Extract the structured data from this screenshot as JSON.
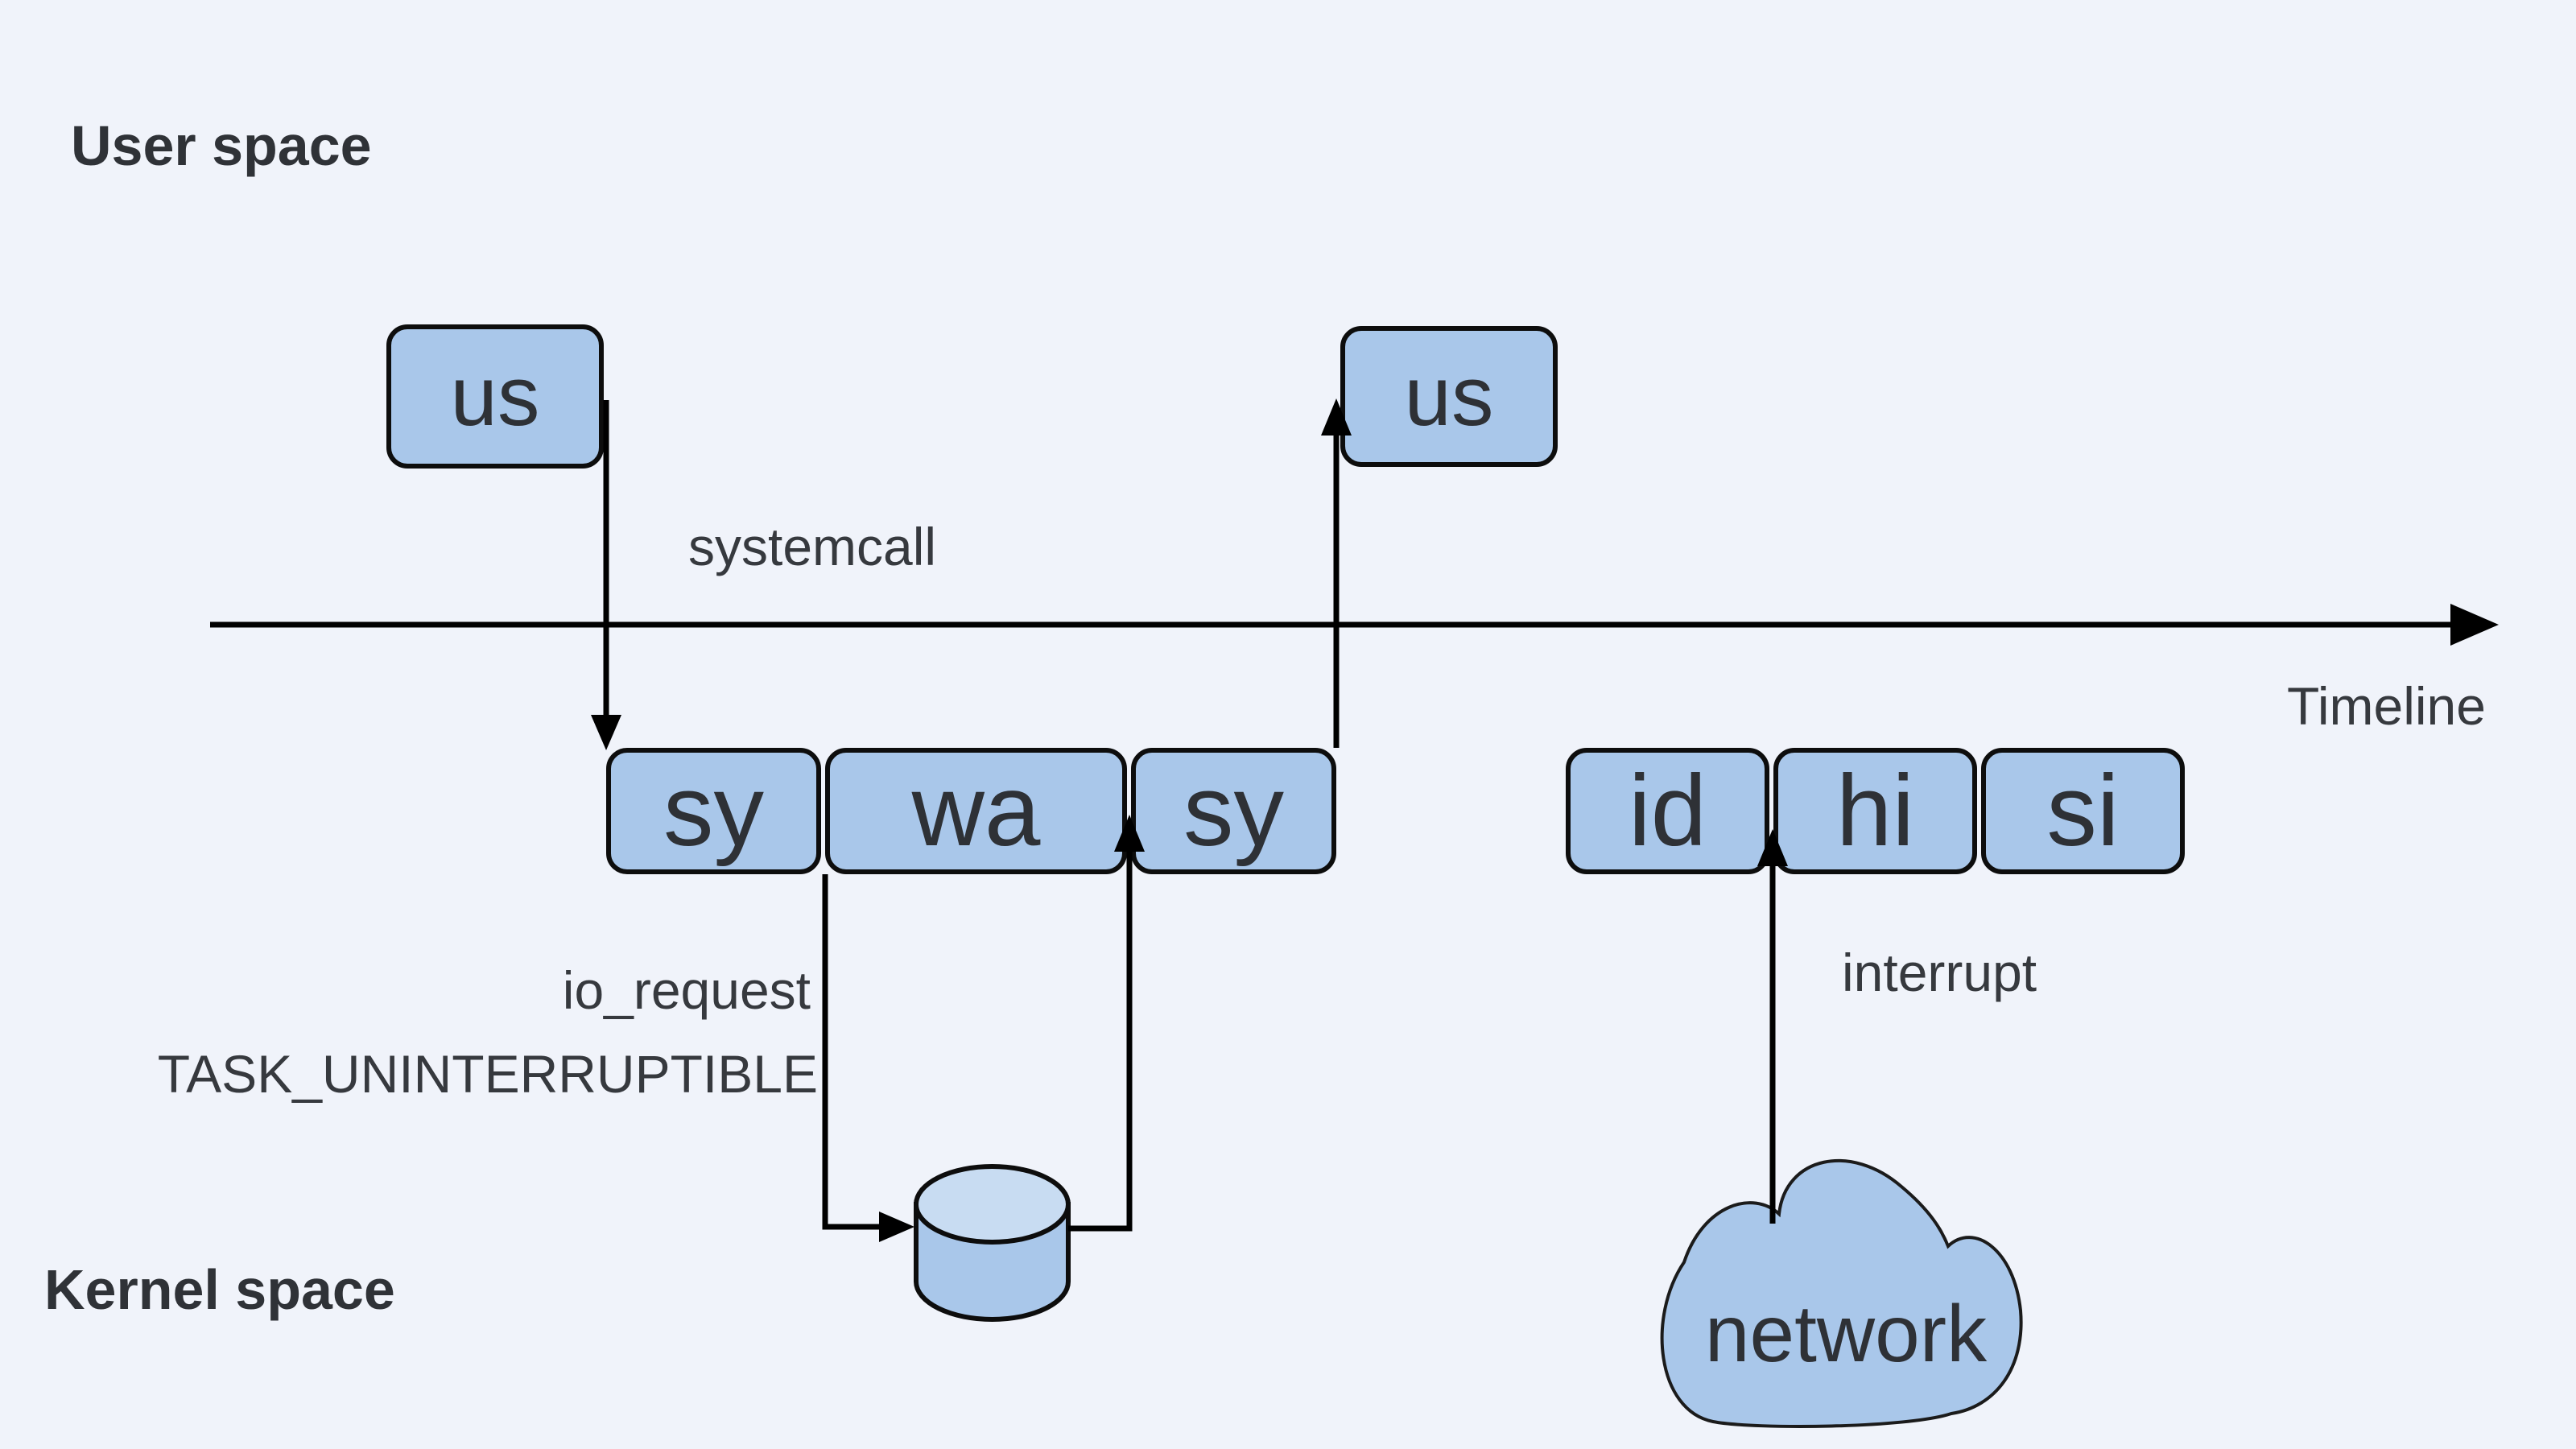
{
  "diagram": {
    "title_context": "process states in user space and kernel space over time",
    "colors": {
      "background": "#f0f3fa",
      "node_fill": "#a9c7ea",
      "node_border": "#0d0d0d",
      "cylinder_top_fill": "#c8dcf2",
      "edge_color": "#000000",
      "text_color": "#2e3136"
    },
    "regions": {
      "user_space": "User space",
      "kernel_space": "Kernel space"
    },
    "timeline": {
      "label": "Timeline"
    },
    "edges": {
      "systemcall": "systemcall",
      "io_request": "io_request",
      "task_state": "TASK_UNINTERRUPTIBLE",
      "interrupt": "interrupt"
    },
    "nodes": {
      "us_before": "us",
      "us_after": "us",
      "sy_enter": "sy",
      "wa": "wa",
      "sy_return": "sy",
      "id": "id",
      "hi": "hi",
      "si": "si",
      "network": "network"
    }
  }
}
